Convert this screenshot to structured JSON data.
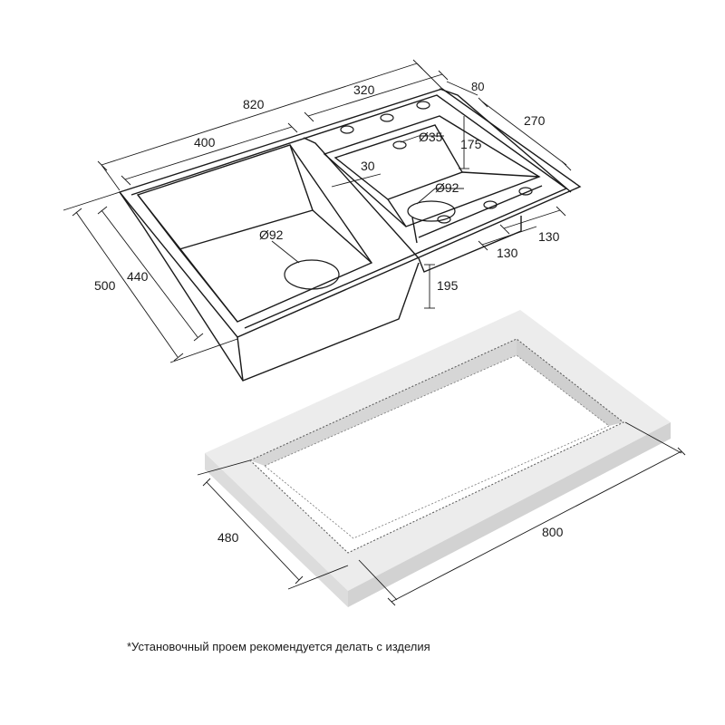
{
  "sink": {
    "dimensions": {
      "total_length": "820",
      "main_bowl_length": "400",
      "drainer_length": "320",
      "rim_80": "80",
      "width_270": "270",
      "depth_175": "175",
      "hole_35": "Ø35",
      "offset_30": "30",
      "drain_92_small": "Ø92",
      "drain_92_main": "Ø92",
      "offset_130_a": "130",
      "offset_130_b": "130",
      "height_195": "195",
      "width_500": "500",
      "width_440": "440"
    }
  },
  "cutout": {
    "length": "800",
    "width": "480"
  },
  "footnote": "*Установочный проем рекомендуется делать с изделия"
}
